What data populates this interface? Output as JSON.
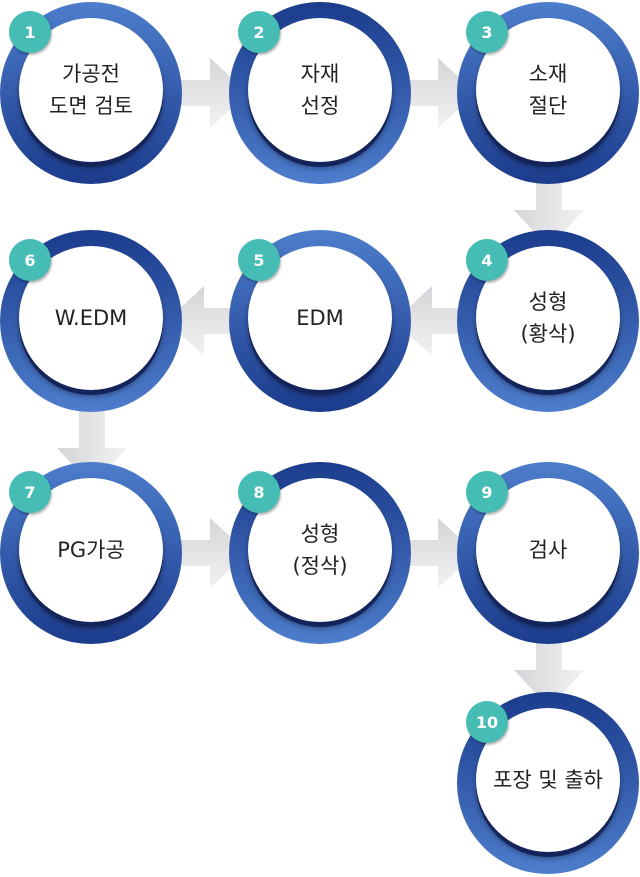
{
  "steps": [
    {
      "number": "1",
      "label": "가공전\n도면 검토"
    },
    {
      "number": "2",
      "label": "자재\n선정"
    },
    {
      "number": "3",
      "label": "소재\n절단"
    },
    {
      "number": "4",
      "label": "성형\n(황삭)"
    },
    {
      "number": "5",
      "label": "EDM"
    },
    {
      "number": "6",
      "label": "W.EDM"
    },
    {
      "number": "7",
      "label": "PG가공"
    },
    {
      "number": "8",
      "label": "성형\n(정삭)"
    },
    {
      "number": "9",
      "label": "검사"
    },
    {
      "number": "10",
      "label": "포장 및 출하"
    }
  ]
}
